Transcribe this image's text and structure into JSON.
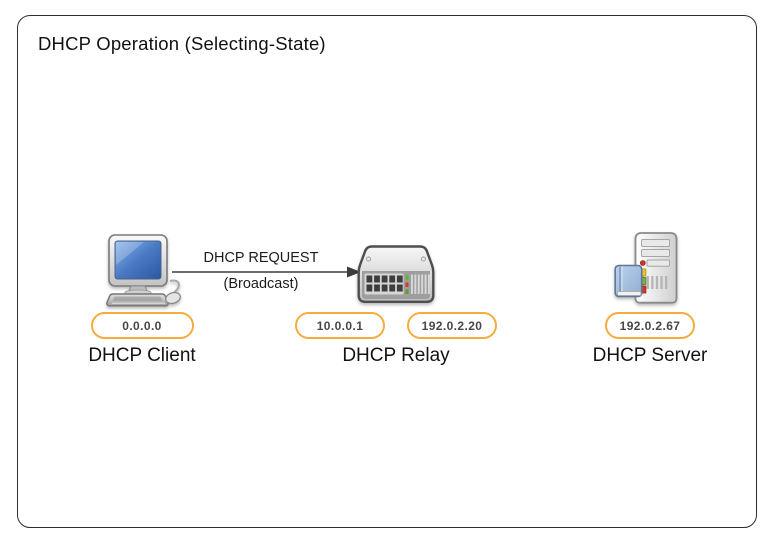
{
  "title": "DHCP Operation (Selecting-State)",
  "message": {
    "label": "DHCP REQUEST",
    "sublabel": "(Broadcast)"
  },
  "devices": [
    {
      "id": "dhcp-client",
      "label": "DHCP Client",
      "icon": "desktop-computer-icon",
      "addresses": [
        "0.0.0.0"
      ]
    },
    {
      "id": "dhcp-relay",
      "label": "DHCP Relay",
      "icon": "network-switch-icon",
      "addresses": [
        "10.0.0.1",
        "192.0.2.20"
      ]
    },
    {
      "id": "dhcp-server",
      "label": "DHCP Server",
      "icon": "server-tower-icon",
      "addresses": [
        "192.0.2.67"
      ]
    }
  ],
  "colors": {
    "address_pill_border": "#F5AB3D",
    "address_text": "#474747",
    "label_text": "#121212",
    "arrow": "#3C3C3C",
    "frame_border": "#2D2D2D",
    "background": "#FFFFFF"
  }
}
